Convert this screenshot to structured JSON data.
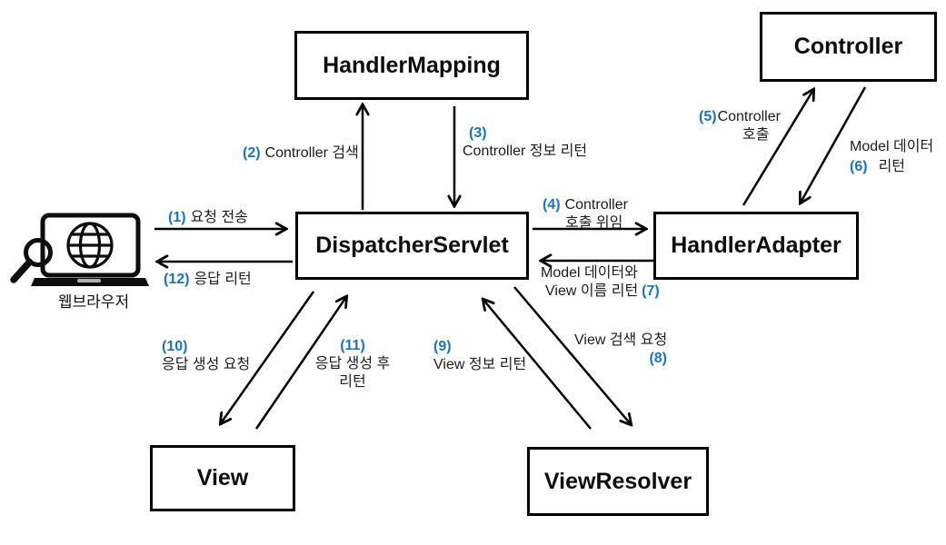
{
  "diagram": {
    "title_hint": "Spring MVC request flow diagram",
    "colors": {
      "accent_blue": "#1a75bc",
      "line": "#000000",
      "background": "#ffffff"
    },
    "nodes": {
      "handler_mapping": {
        "label": "HandlerMapping"
      },
      "controller": {
        "label": "Controller"
      },
      "dispatcher_servlet": {
        "label": "DispatcherServlet"
      },
      "handler_adapter": {
        "label": "HandlerAdapter"
      },
      "view": {
        "label": "View"
      },
      "view_resolver": {
        "label": "ViewResolver"
      },
      "web_browser": {
        "label": "웹브라우저"
      }
    },
    "edges": {
      "e1": {
        "num": "(1)",
        "text": "요청 전송"
      },
      "e2": {
        "num": "(2)",
        "text": "Controller 검색"
      },
      "e3": {
        "num": "(3)",
        "text": "Controller 정보 리턴"
      },
      "e4": {
        "num": "(4)",
        "text": "Controller",
        "text2": "호출 위임"
      },
      "e5": {
        "num": "(5)",
        "text": "Controller",
        "text2": "호출"
      },
      "e6": {
        "num": "(6)",
        "text": "Model 데이터",
        "text2": "리턴"
      },
      "e7": {
        "num": "(7)",
        "text": "Model 데이터와",
        "text2": "View 이름 리턴"
      },
      "e8": {
        "num": "(8)",
        "text": "View 검색 요청"
      },
      "e9": {
        "num": "(9)",
        "text": "View 정보 리턴"
      },
      "e10": {
        "num": "(10)",
        "text": "응답 생성 요청"
      },
      "e11": {
        "num": "(11)",
        "text": "응답 생성 후",
        "text2": "리턴"
      },
      "e12": {
        "num": "(12)",
        "text": "응답 리턴"
      }
    }
  }
}
